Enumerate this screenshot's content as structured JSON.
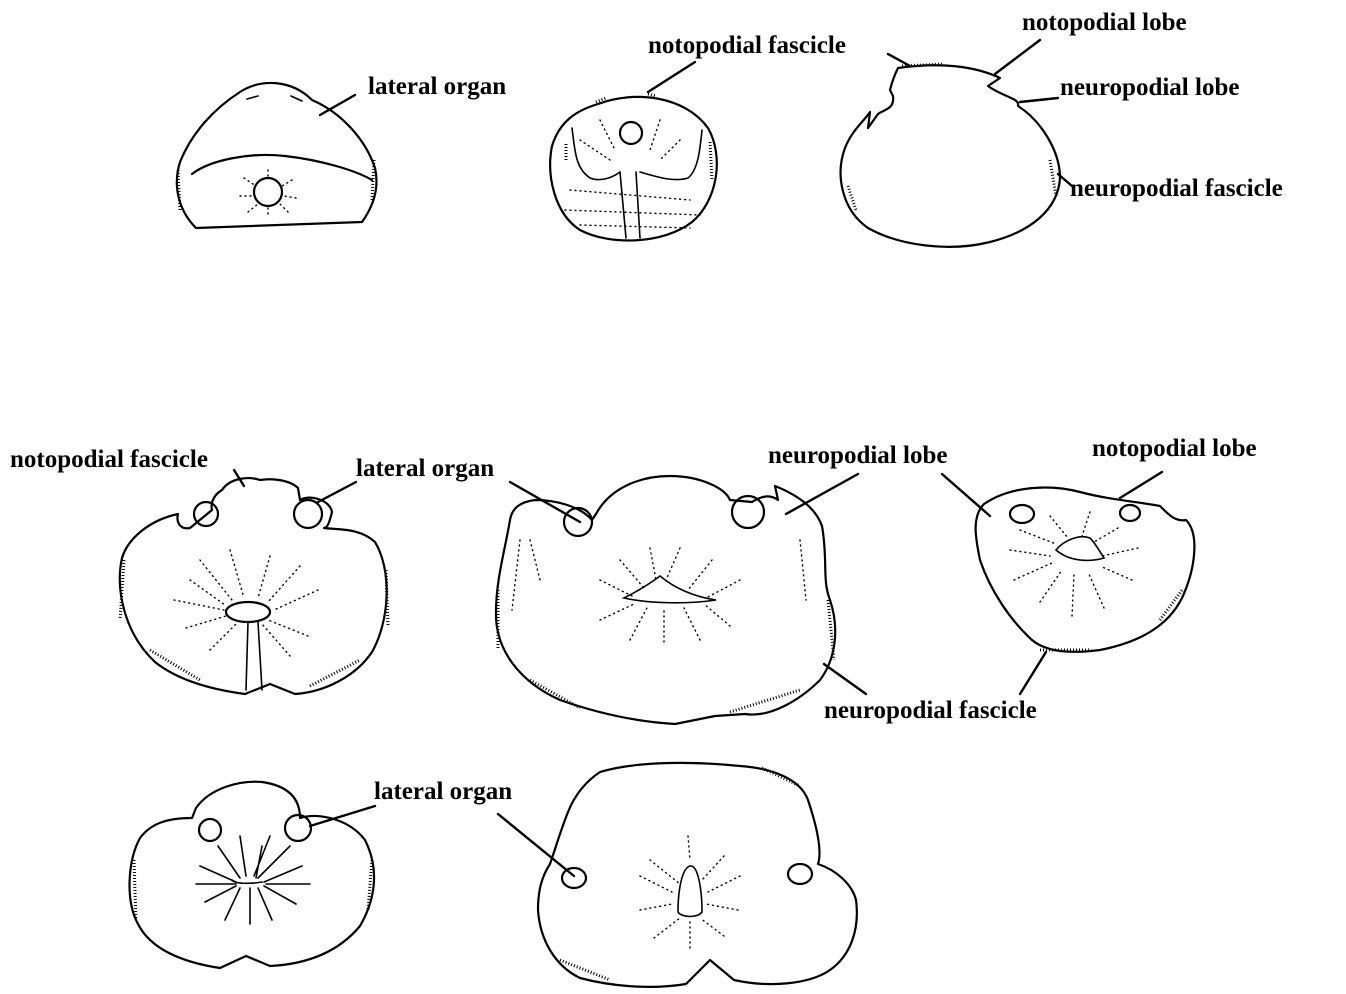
{
  "labels": {
    "top_lateral_organ": "lateral organ",
    "top_notopodial_fascicle": "notopodial fascicle",
    "top_notopodial_lobe": "notopodial lobe",
    "top_neuropodial_lobe": "neuropodial lobe",
    "top_neuropodial_fascicle": "neuropodial fascicle",
    "mid_notopodial_fascicle": "notopodial fascicle",
    "mid_lateral_organ": "lateral organ",
    "mid_neuropodial_lobe": "neuropodial lobe",
    "mid_notopodial_lobe": "notopodial lobe",
    "mid_neuropodial_fascicle": "neuropodial fascicle",
    "bot_lateral_organ": "lateral organ"
  }
}
